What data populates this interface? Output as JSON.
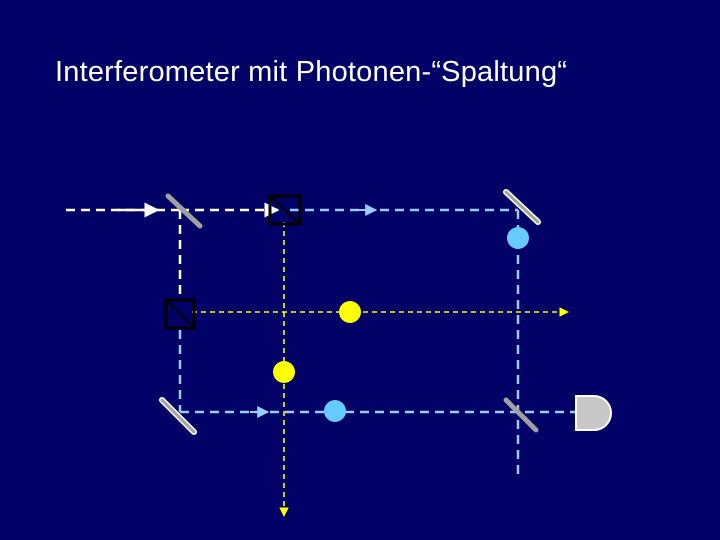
{
  "title": "Interferometer mit Photonen-“Spaltung“",
  "colors": {
    "background": "#000066",
    "input_beam": "#ffffff",
    "blue_beam": "#99ccff",
    "yellow_beam": "#ffff00",
    "blue_photon": "#66ccff",
    "yellow_photon": "#ffff00",
    "mirror": "#a0a0a0",
    "detector": "#c8c8c8",
    "crystal_outline": "#000000"
  },
  "components": {
    "beam_splitters": 2,
    "nonlinear_crystals": 2,
    "mirrors": 2,
    "detectors": 1,
    "blue_photons": 2,
    "yellow_photons": 2
  }
}
